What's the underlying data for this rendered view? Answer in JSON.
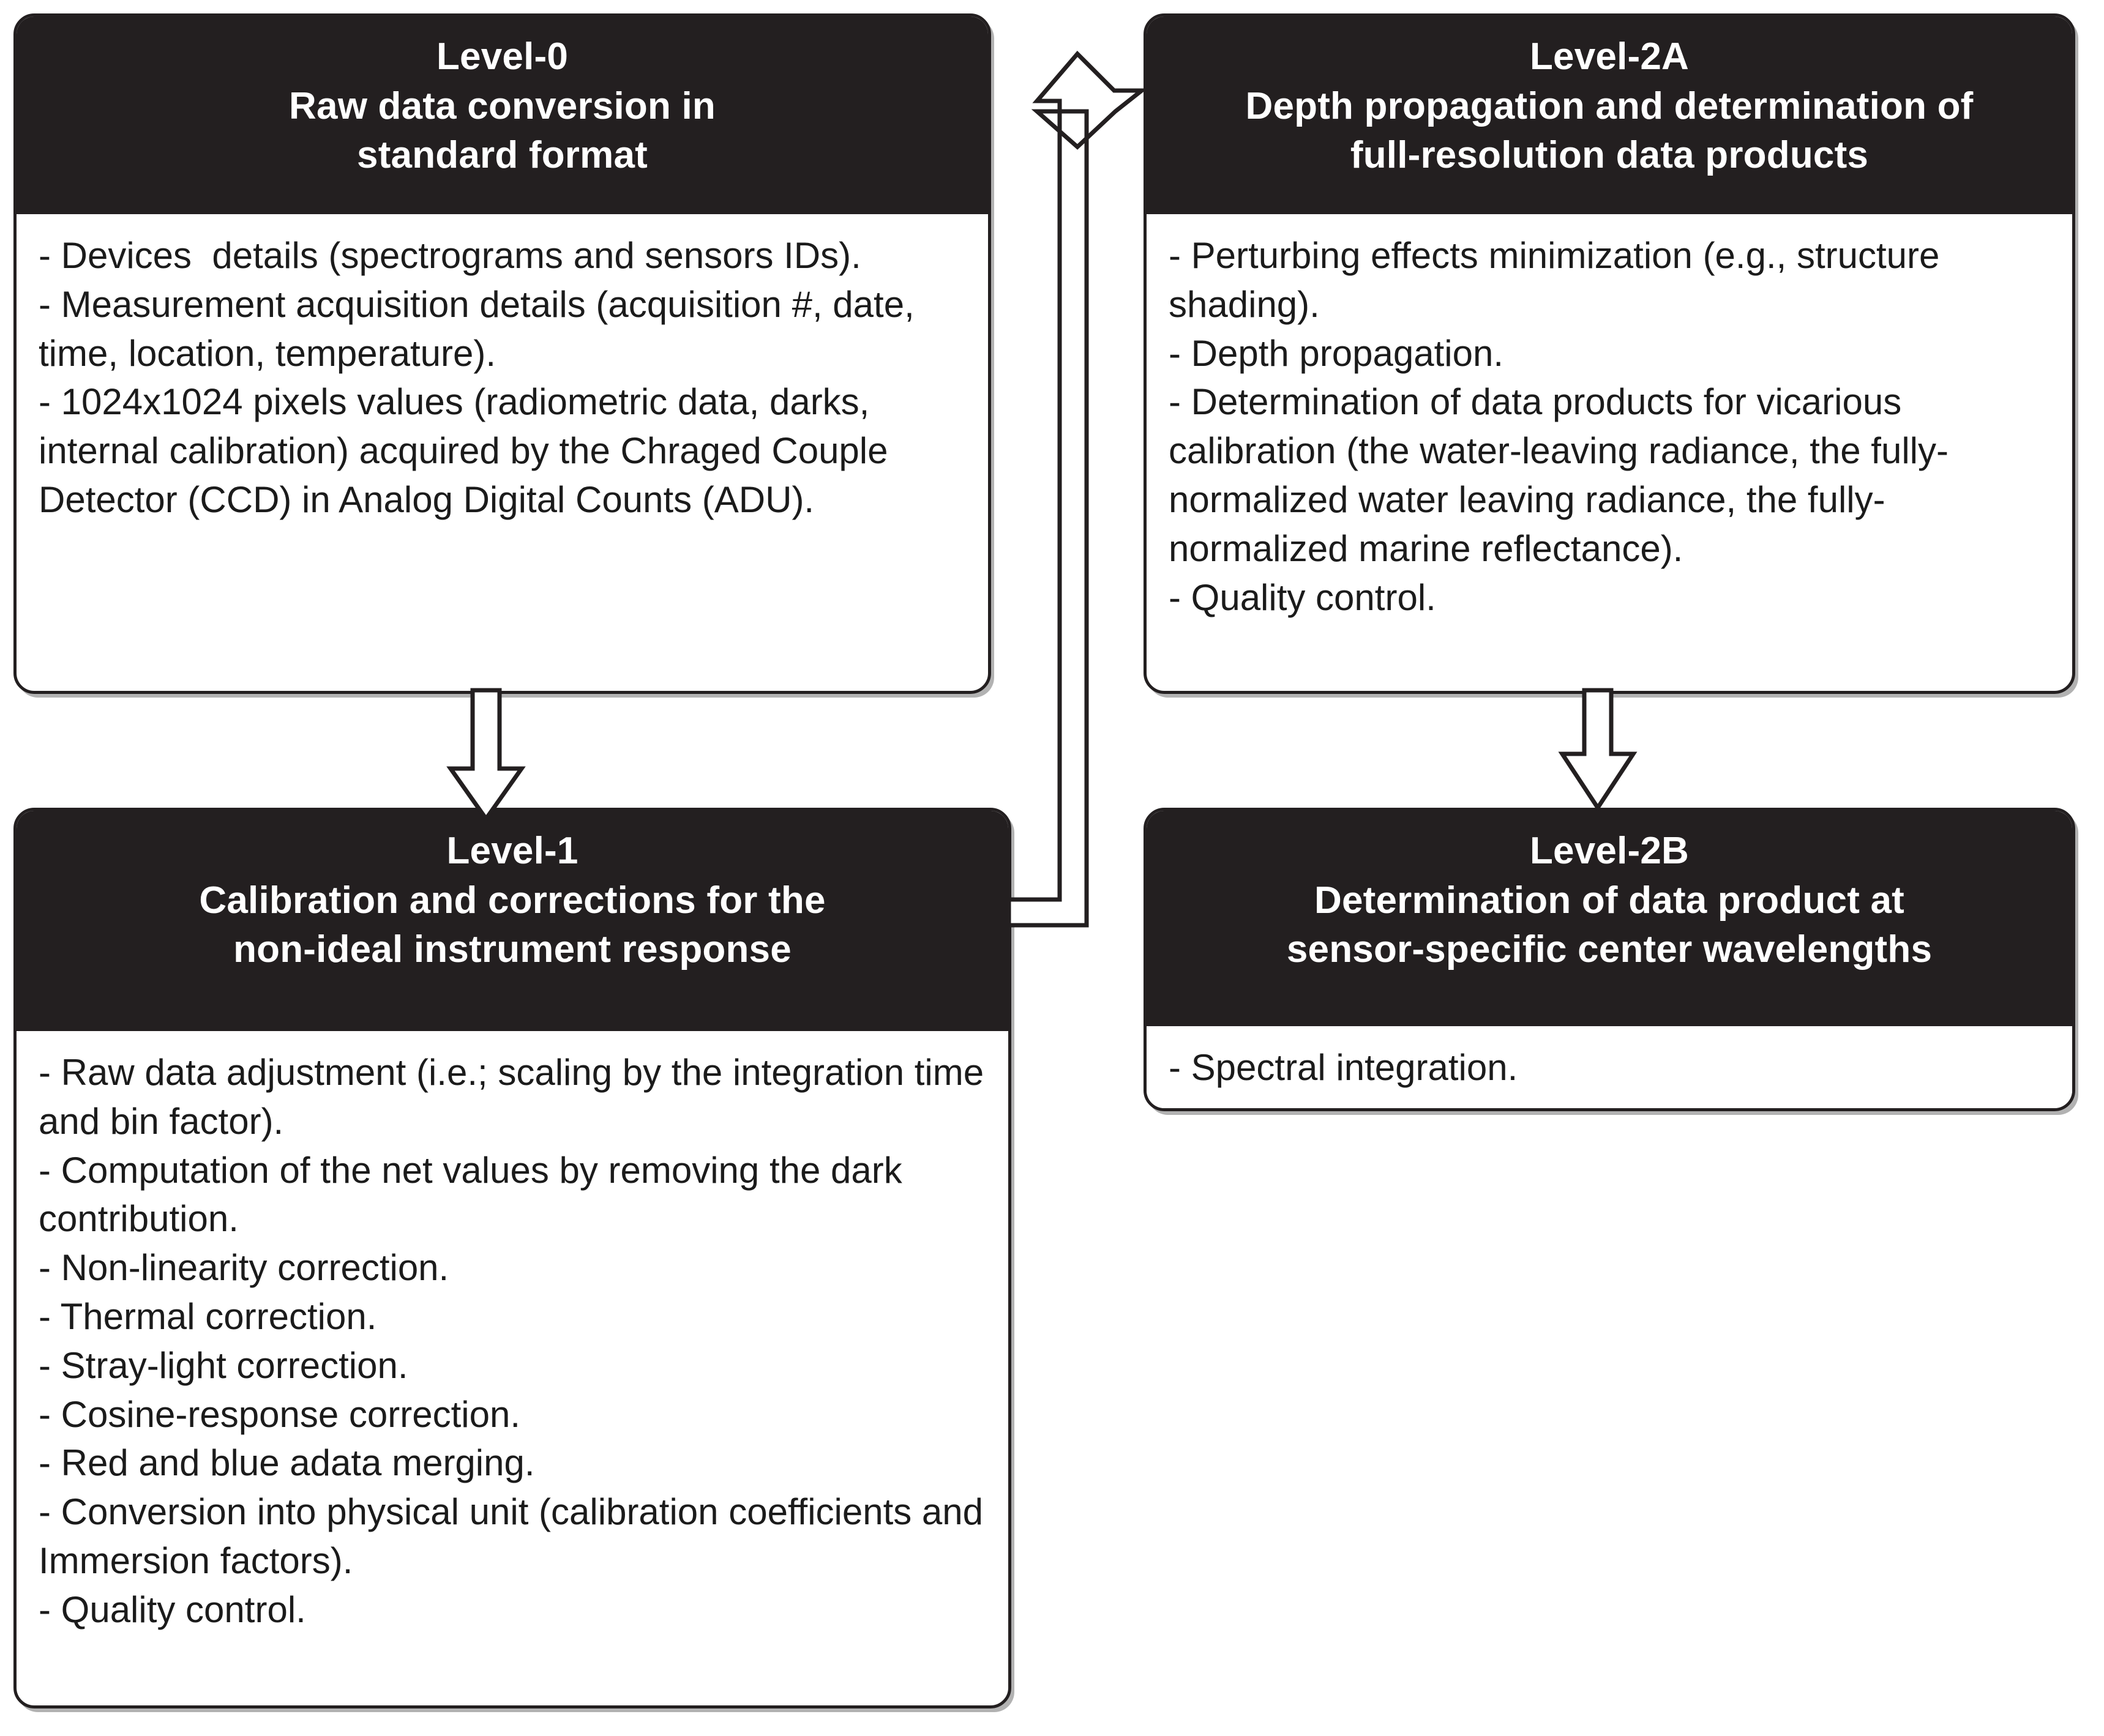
{
  "diagram": {
    "title": "Data processing level flowchart",
    "colors": {
      "box_fill": "#ffffff",
      "header_fill": "#231f20",
      "header_text": "#ffffff",
      "body_text": "#1b1b1b",
      "outline": "#231f20"
    }
  },
  "boxes": {
    "level0": {
      "header": {
        "line1": "Level-0",
        "line2": "Raw data conversion in",
        "line3": "standard format"
      },
      "body": [
        "- Devices  details (spectrograms and sensors IDs).",
        "- Measurement acquisition details (acquisition #, date, time, location, temperature).",
        "- 1024x1024 pixels values (radiometric data, darks, internal calibration) acquired by the Chraged Couple Detector (CCD) in Analog Digital Counts (ADU)."
      ]
    },
    "level1": {
      "header": {
        "line1": "Level-1",
        "line2": "Calibration and corrections for the",
        "line3": "non-ideal instrument response"
      },
      "body": [
        "- Raw data adjustment (i.e.; scaling by the integration time and bin factor).",
        "- Computation of the net values by removing the dark contribution.",
        "- Non-linearity correction.",
        "- Thermal correction.",
        "- Stray-light correction.",
        "- Cosine-response correction.",
        "- Red and blue adata merging.",
        "- Conversion into physical unit (calibration coefficients and Immersion factors).",
        "- Quality control."
      ]
    },
    "level2a": {
      "header": {
        "line1": "Level-2A",
        "line2": "Depth propagation and determination of",
        "line3": "full-resolution data products"
      },
      "body": [
        "- Perturbing effects minimization (e.g., structure shading).",
        "- Depth propagation.",
        "- Determination of data products for vicarious calibration (the water-leaving radiance, the fully-normalized water leaving radiance, the fully-normalized marine reflectance).",
        "- Quality control."
      ]
    },
    "level2b": {
      "header": {
        "line1": "Level-2B",
        "line2": "Determination of data product at",
        "line3": "sensor-specific center wavelengths"
      },
      "body": [
        "- Spectral integration."
      ]
    }
  },
  "connectors": [
    {
      "name": "arrow-level0-to-level1",
      "from": "level0",
      "to": "level1",
      "style": "hollow-block-arrow-down"
    },
    {
      "name": "arrow-level2a-to-level2b",
      "from": "level2a",
      "to": "level2b",
      "style": "hollow-block-arrow-down"
    },
    {
      "name": "arrow-level1-to-level2a",
      "from": "level1",
      "to": "level2a",
      "style": "hollow-elbow-arrow-right"
    }
  ]
}
